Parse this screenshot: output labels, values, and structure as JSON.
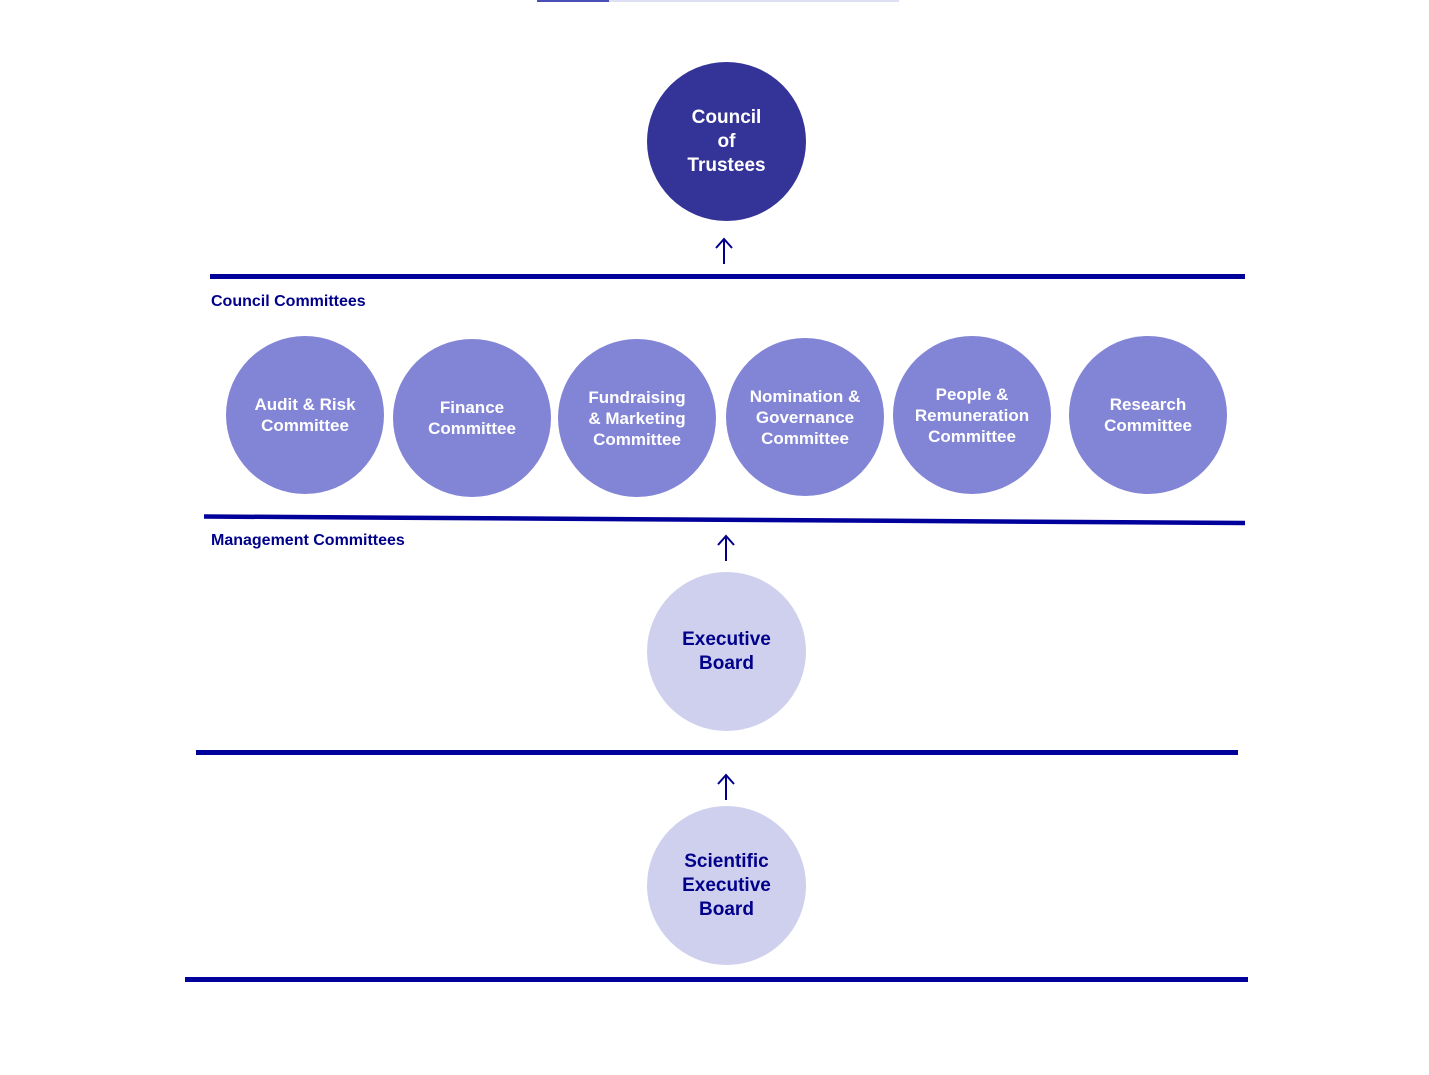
{
  "progress": {
    "fraction": 0.2
  },
  "colors": {
    "rule": "#00009a",
    "label": "#00008b",
    "top_node": "#343397",
    "committee_node": "#8284d6",
    "management_node": "#cfd0ee"
  },
  "top": {
    "label": "Council\nof\nTrustees"
  },
  "council_committees": {
    "label": "Council Committees",
    "items": [
      {
        "label": "Audit & Risk\nCommittee"
      },
      {
        "label": "Finance\nCommittee"
      },
      {
        "label": "Fundraising\n& Marketing\nCommittee"
      },
      {
        "label": "Nomination &\nGovernance\nCommittee"
      },
      {
        "label": "People &\nRemuneration\nCommittee"
      },
      {
        "label": "Research\nCommittee"
      }
    ]
  },
  "management_committees": {
    "label": "Management Committees",
    "executive_board": {
      "label": "Executive\nBoard"
    },
    "scientific_board": {
      "label": "Scientific\nExecutive\nBoard"
    }
  },
  "arrow_icon": "arrow-up-icon"
}
